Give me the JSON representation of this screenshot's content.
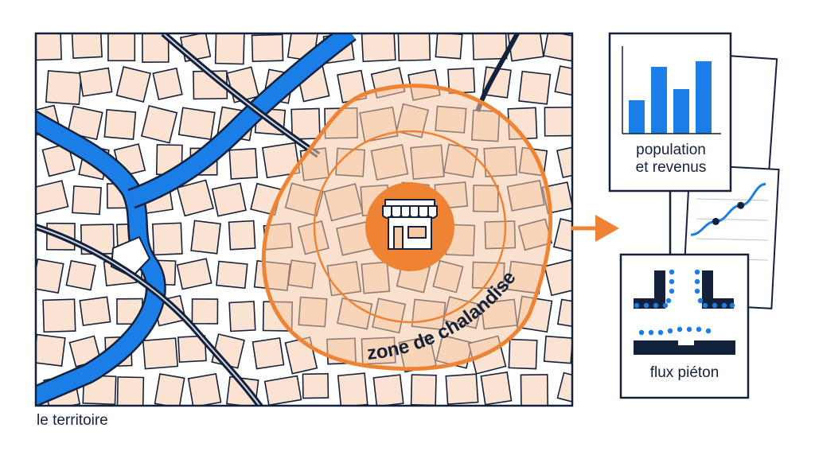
{
  "labels": {
    "territory": "le territoire",
    "catchment_zone": "zone de chalandise",
    "population_line1": "population",
    "population_line2": "et revenus",
    "pedestrian_flow": "flux piéton"
  },
  "colors": {
    "block_fill": "#fbe3d3",
    "street_outline": "#14213a",
    "river": "#1a7ee6",
    "catchment": "#ee8433",
    "catchment_fill": "#f6c8a4",
    "accent_blue": "#1a7ee6",
    "ink": "#14213a"
  },
  "icons": {
    "store": "store-icon",
    "arrow": "arrow-right-icon"
  },
  "chart_data": {
    "type": "bar",
    "values": [
      3,
      6,
      4,
      6.5
    ],
    "ylim": [
      0,
      7.5
    ]
  },
  "trend_data": {
    "type": "line",
    "values": [
      1,
      2,
      3.2,
      4.8
    ]
  }
}
